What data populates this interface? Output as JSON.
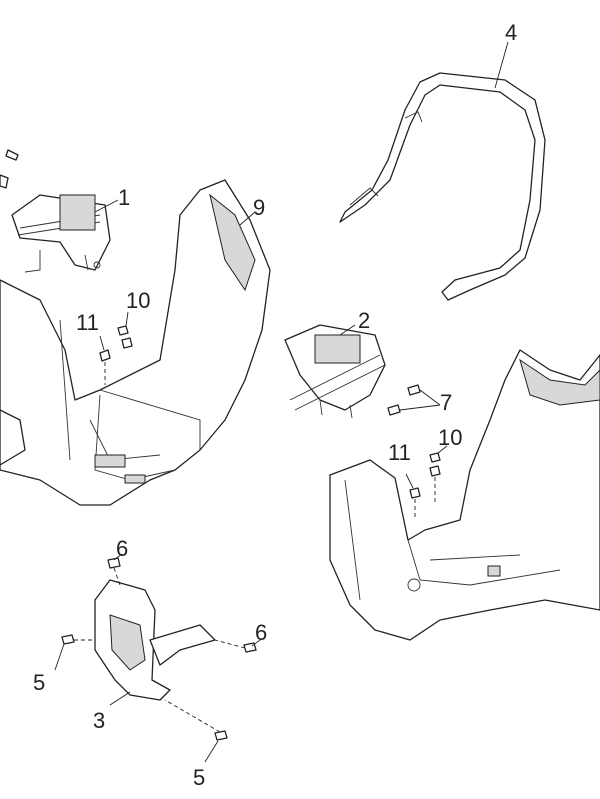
{
  "callouts": [
    {
      "id": "1",
      "label": "1"
    },
    {
      "id": "9",
      "label": "9"
    },
    {
      "id": "4",
      "label": "4"
    },
    {
      "id": "10a",
      "label": "10"
    },
    {
      "id": "11a",
      "label": "11"
    },
    {
      "id": "2",
      "label": "2"
    },
    {
      "id": "7",
      "label": "7"
    },
    {
      "id": "11b",
      "label": "11"
    },
    {
      "id": "10b",
      "label": "10"
    },
    {
      "id": "6a",
      "label": "6"
    },
    {
      "id": "6b",
      "label": "6"
    },
    {
      "id": "5a",
      "label": "5"
    },
    {
      "id": "3",
      "label": "3"
    },
    {
      "id": "5b",
      "label": "5"
    }
  ]
}
